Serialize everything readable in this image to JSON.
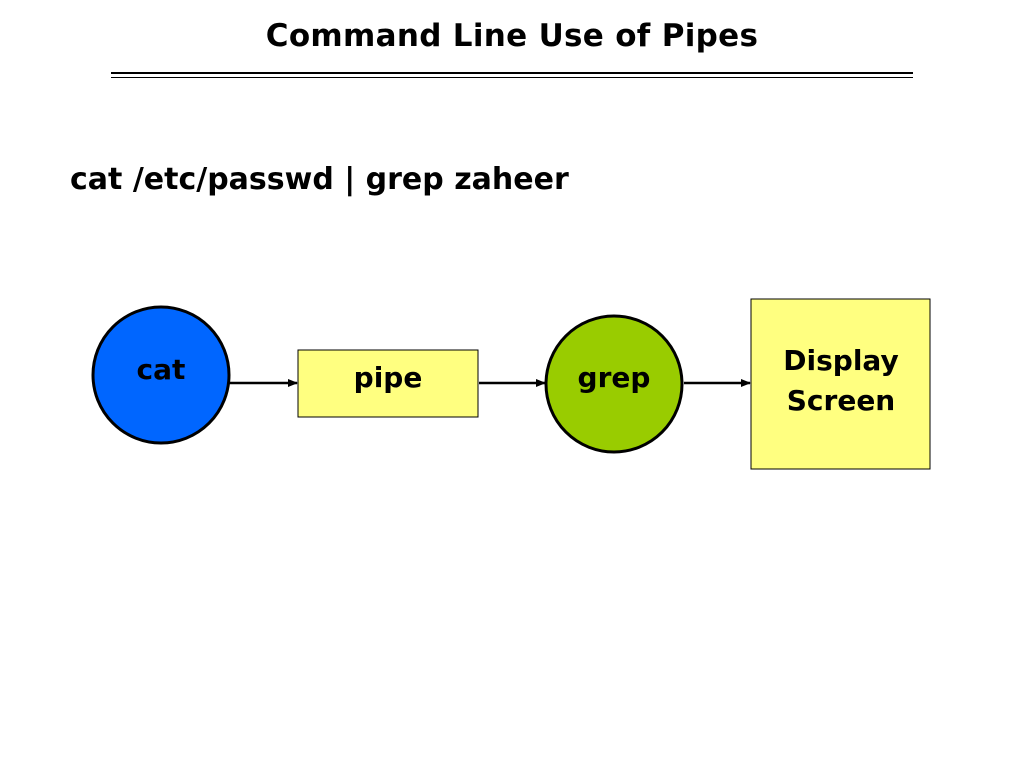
{
  "title": "Command Line Use of Pipes",
  "command": "cat /etc/passwd | grep zaheer",
  "diagram": {
    "nodes": [
      {
        "id": "cat",
        "shape": "circle",
        "label": "cat",
        "fill": "#0066FF"
      },
      {
        "id": "pipe",
        "shape": "box",
        "label": "pipe",
        "fill": "#FFFF80"
      },
      {
        "id": "grep",
        "shape": "circle",
        "label": "grep",
        "fill": "#99CC00"
      },
      {
        "id": "display",
        "shape": "box",
        "label_line1": "Display",
        "label_line2": "Screen",
        "fill": "#FFFF80"
      }
    ],
    "edges": [
      {
        "from": "cat",
        "to": "pipe"
      },
      {
        "from": "pipe",
        "to": "grep"
      },
      {
        "from": "grep",
        "to": "display"
      }
    ]
  }
}
